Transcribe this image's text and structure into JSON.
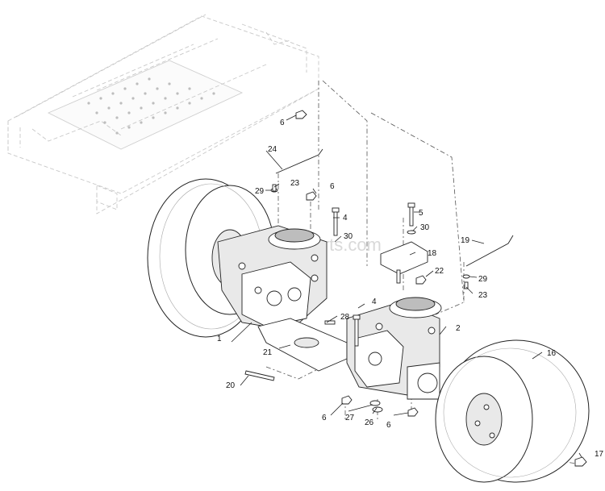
{
  "watermark": "eReplacementParts.com",
  "callouts": [
    {
      "id": "c1",
      "label": "1"
    },
    {
      "id": "c2",
      "label": "2"
    },
    {
      "id": "c4a",
      "label": "4"
    },
    {
      "id": "c4b",
      "label": "4"
    },
    {
      "id": "c5",
      "label": "5"
    },
    {
      "id": "c6a",
      "label": "6"
    },
    {
      "id": "c6b",
      "label": "6"
    },
    {
      "id": "c6c",
      "label": "6"
    },
    {
      "id": "c6d",
      "label": "6"
    },
    {
      "id": "c16",
      "label": "16"
    },
    {
      "id": "c17",
      "label": "17"
    },
    {
      "id": "c18",
      "label": "18"
    },
    {
      "id": "c19",
      "label": "19"
    },
    {
      "id": "c20",
      "label": "20"
    },
    {
      "id": "c21",
      "label": "21"
    },
    {
      "id": "c22",
      "label": "22"
    },
    {
      "id": "c23a",
      "label": "23"
    },
    {
      "id": "c23b",
      "label": "23"
    },
    {
      "id": "c24",
      "label": "24"
    },
    {
      "id": "c26",
      "label": "26"
    },
    {
      "id": "c27",
      "label": "27"
    },
    {
      "id": "c28",
      "label": "28"
    },
    {
      "id": "c29a",
      "label": "29"
    },
    {
      "id": "c29b",
      "label": "29"
    },
    {
      "id": "c30a",
      "label": "30"
    },
    {
      "id": "c30b",
      "label": "30"
    }
  ]
}
